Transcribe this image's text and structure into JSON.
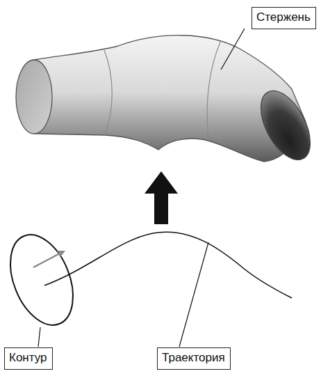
{
  "diagram": {
    "nodes": [
      {
        "text": [
          "Стержень"
        ]
      },
      {
        "text": [
          "Контур"
        ]
      },
      {
        "text": [
          "Траектория"
        ]
      }
    ]
  }
}
